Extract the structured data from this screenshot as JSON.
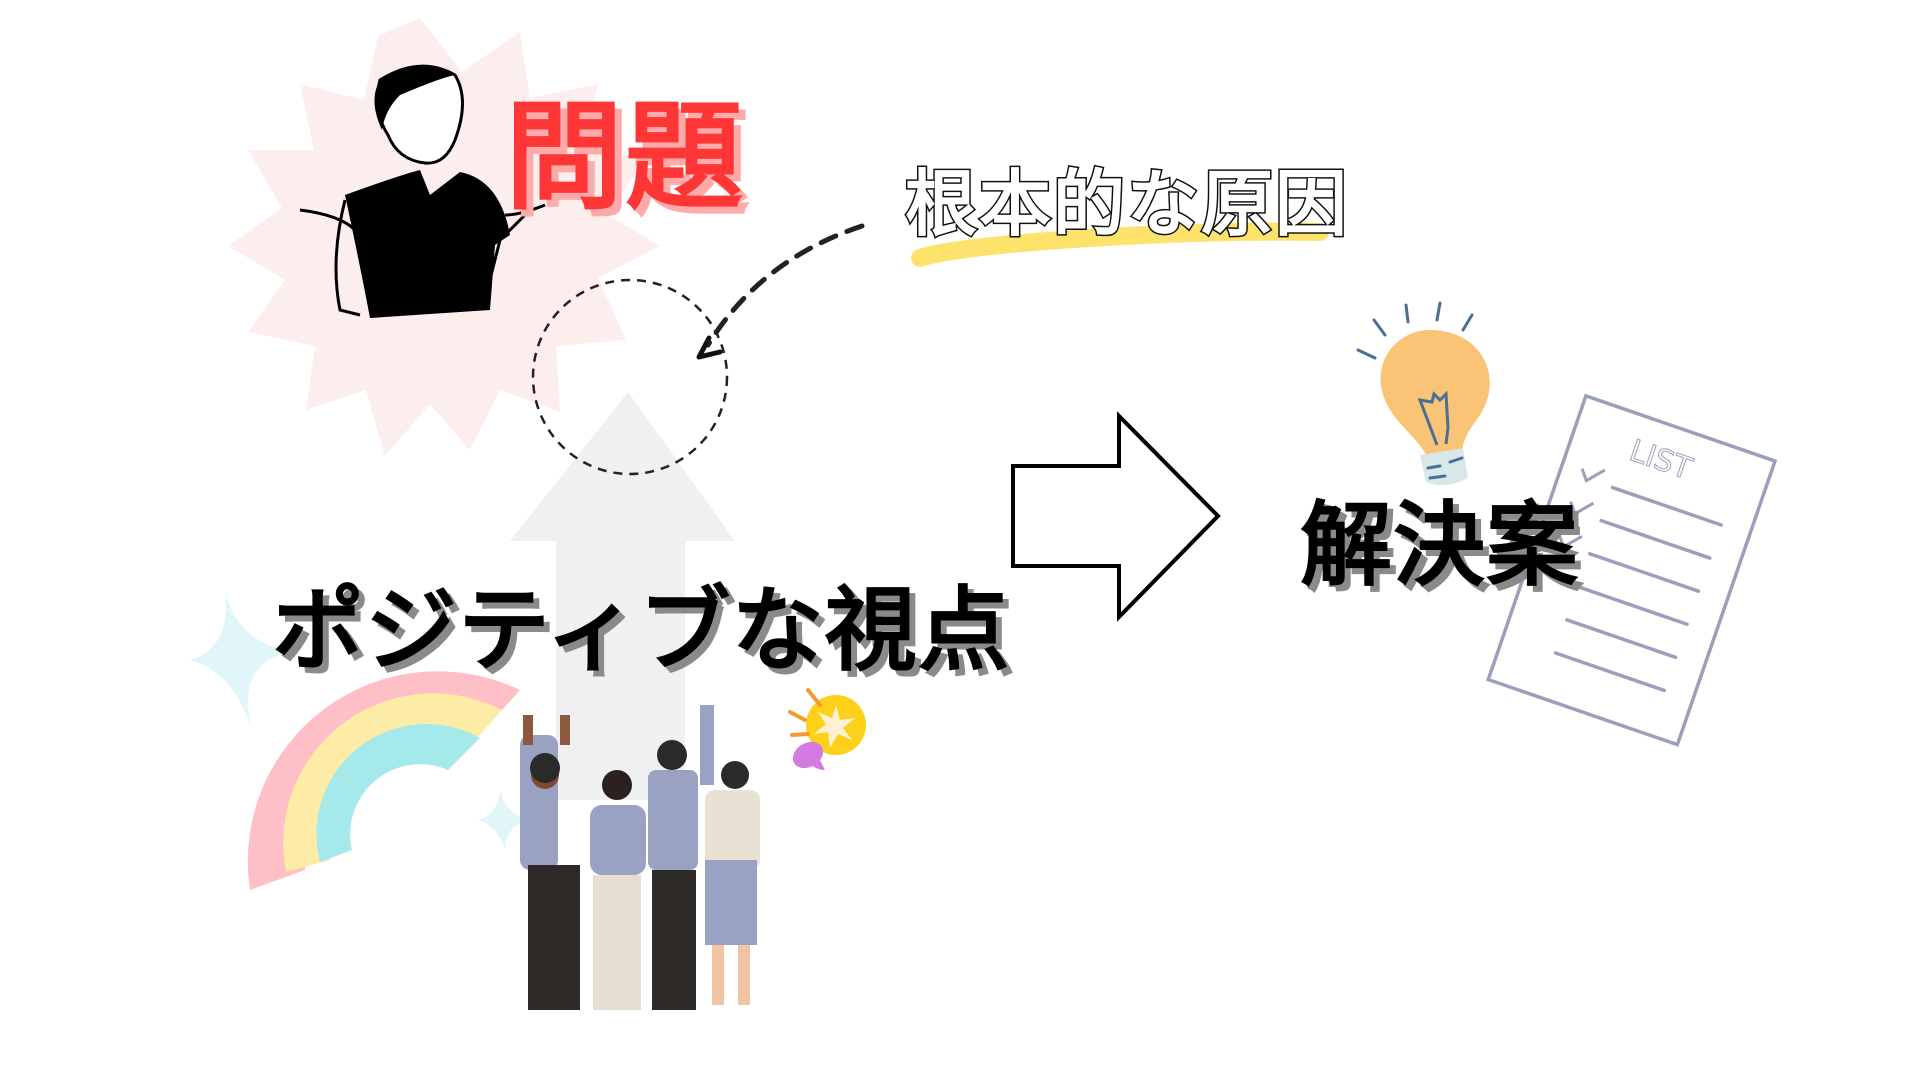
{
  "diagram": {
    "problem": {
      "label": "問題",
      "color": "#ff3636",
      "shadow_color": "#ffaaaa",
      "icon": "shrugging-person-icon",
      "burst_color": "#fdeeee"
    },
    "root_cause": {
      "label": "根本的な原因",
      "underline_color": "#fde36b"
    },
    "positive_view": {
      "label": "ポジティブな視点",
      "arrow_color": "#eff0f2",
      "icons": [
        "rainbow-icon",
        "sparkle-icon",
        "cheering-people-icon",
        "lightbulb-icon"
      ]
    },
    "solution": {
      "label": "解決案",
      "icons": [
        "lightbulb-icon",
        "checklist-icon"
      ]
    },
    "checklist": {
      "title": "LIST",
      "line_color": "#9aa0bb",
      "items": 6,
      "checked": 3
    },
    "flow_arrow": {
      "direction": "right"
    },
    "colors": {
      "rainbow_pink": "#ffbfc7",
      "rainbow_yellow": "#fdeca5",
      "rainbow_cyan": "#a6e9ea",
      "sparkle": "#e0f6f8",
      "bulb_orange": "#f9c476",
      "bulb_base": "#d8e8e9",
      "bulb_line": "#4a6f96"
    }
  }
}
